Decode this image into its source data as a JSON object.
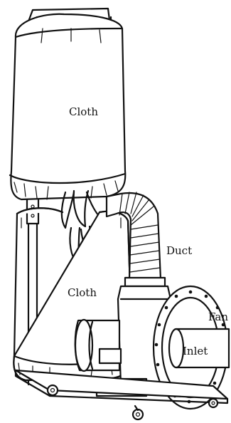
{
  "labels": {
    "cloth_top": "Cloth",
    "cloth_bottom": "Cloth",
    "duct": "Duct",
    "fan": "Fan",
    "inlet": "Inlet"
  }
}
